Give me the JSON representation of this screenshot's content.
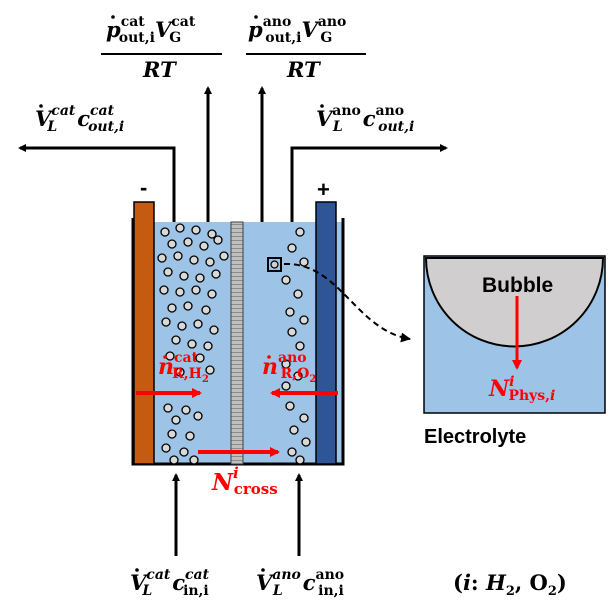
{
  "colors": {
    "electrolyte": "#9dc3e6",
    "cathode_electrode": "#c55a11",
    "anode_electrode": "#2f5597",
    "membrane": "#a6a6a6",
    "bubble": "#d0cece",
    "flux_arrow": "#ff0000",
    "line": "#000000"
  },
  "electrodes": {
    "cathode_sign": "-",
    "anode_sign": "+"
  },
  "outflow_labels": {
    "cathode_gas": {
      "var": "p",
      "sub": "out,i",
      "sup": "cat",
      "var2": "V",
      "sub2": "G",
      "sup2": "cat",
      "denominator": "RT"
    },
    "anode_gas": {
      "var": "p",
      "sub": "out,i",
      "sup": "ano",
      "var2": "V",
      "sub2": "G",
      "sup2": "ano",
      "denominator": "RT"
    },
    "cathode_liquid": {
      "var": "V",
      "sub": "L",
      "sup": "cat",
      "var2": "c",
      "sub2": "out,i",
      "sup2": "cat"
    },
    "anode_liquid": {
      "var": "V",
      "sub": "L",
      "sup": "ano",
      "var2": "c",
      "sub2": "out,i",
      "sup2": "ano"
    }
  },
  "inflow_labels": {
    "cathode": {
      "var": "V",
      "sub": "L",
      "sup": "cat",
      "var2": "c",
      "sub2": "in,i",
      "sup2": "cat"
    },
    "anode": {
      "var": "V",
      "sub": "L",
      "sup": "ano",
      "var2": "c",
      "sub2": "in,i",
      "sup2": "ano"
    }
  },
  "reaction_labels": {
    "cathode": {
      "var": "n",
      "sub": "R,H",
      "sub_idx": "2",
      "sup": "cat"
    },
    "anode": {
      "var": "n",
      "sub": "R,O",
      "sub_idx": "2",
      "sup": "ano"
    }
  },
  "crossover_label": {
    "var": "N",
    "sub": "cross",
    "sup": "i"
  },
  "inset": {
    "bubble_label": "Bubble",
    "flux_label": {
      "var": "N",
      "sub": "Phys,",
      "sub_italic": "i",
      "sup": "i"
    },
    "caption": "Electrolyte"
  },
  "species_note": {
    "open": "(",
    "var": "i",
    "colon": ": ",
    "h": "H",
    "h_idx": "2",
    "comma": ", O",
    "o_idx": "2",
    "close": ")"
  }
}
